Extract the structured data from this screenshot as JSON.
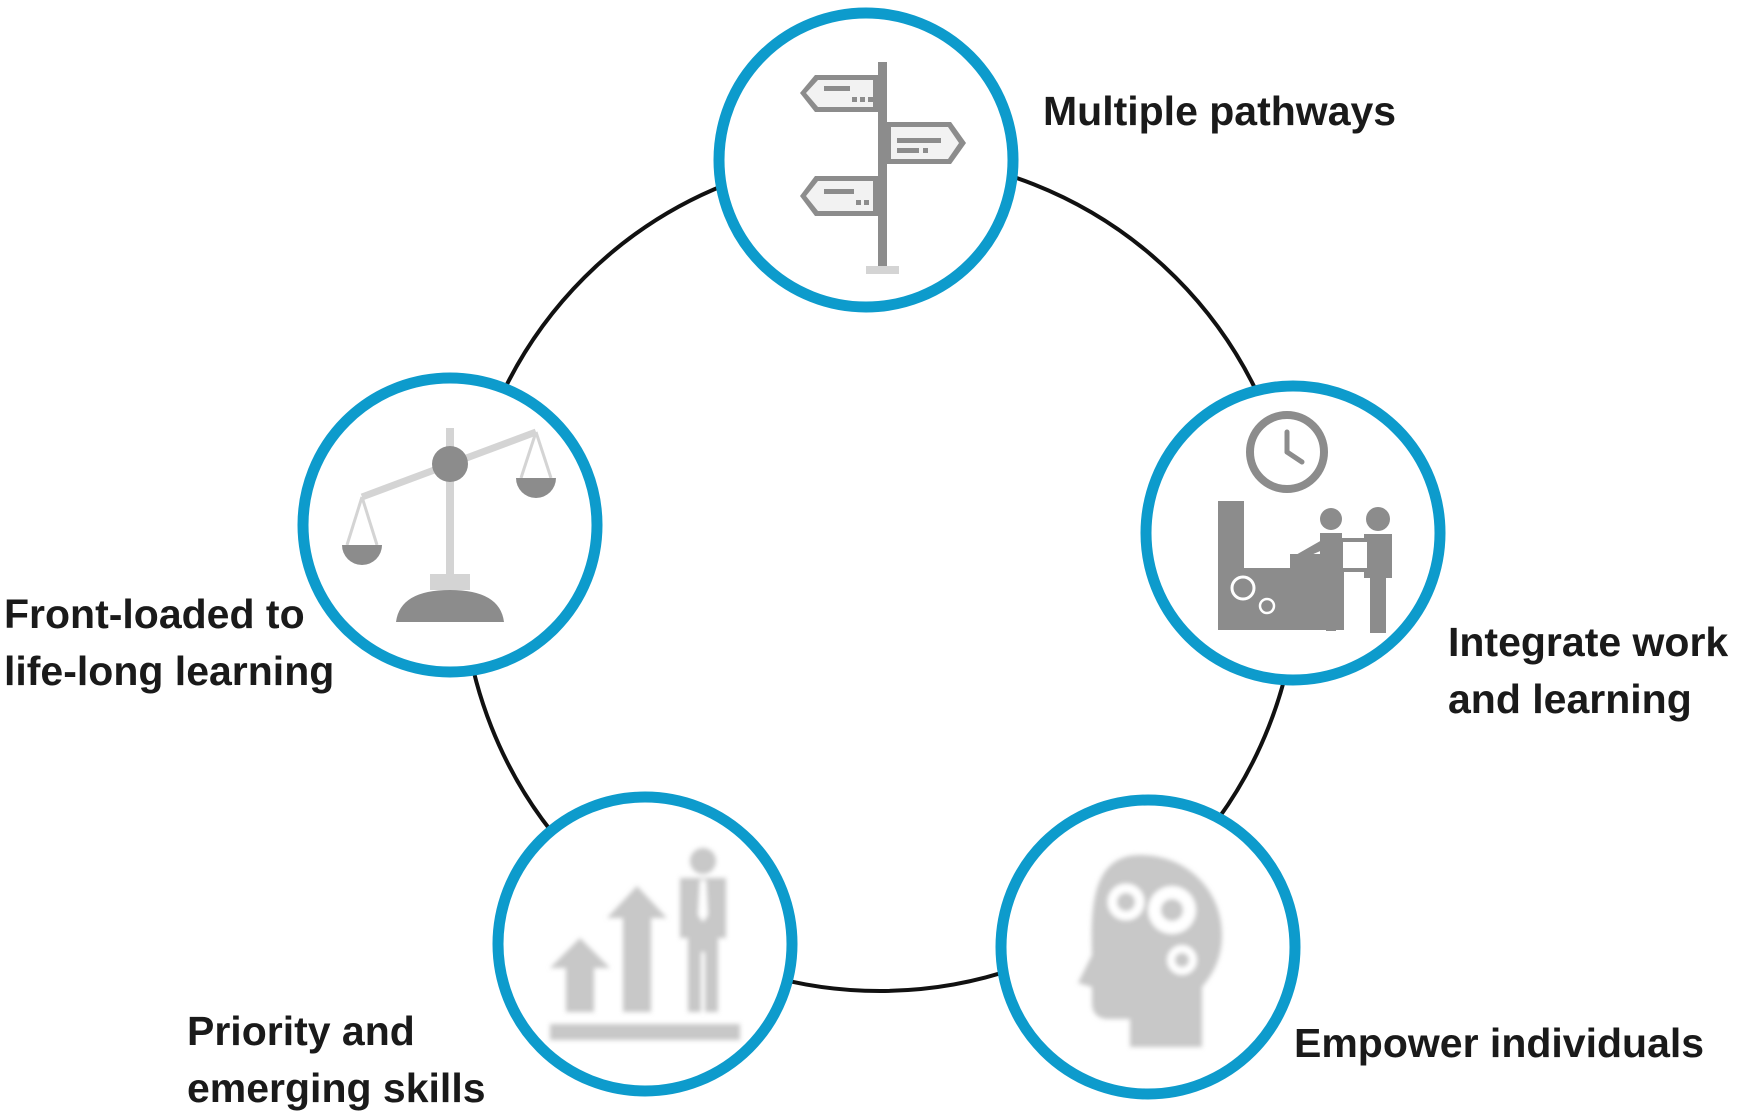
{
  "diagram": {
    "type": "cycle",
    "colors": {
      "ring": "#0d9bcc",
      "cycle_line": "#111111",
      "icon_gray": "#8c8c8c",
      "icon_light": "#d4d4d4",
      "text": "#1a1a1a"
    },
    "nodes": [
      {
        "id": "multiple-pathways",
        "icon": "signpost-icon",
        "lines": [
          "Multiple pathways"
        ]
      },
      {
        "id": "integrate-work-and-learning",
        "icon": "workplace-training-icon",
        "lines": [
          "Integrate work",
          "and learning"
        ]
      },
      {
        "id": "empower-individuals",
        "icon": "head-gears-icon",
        "lines": [
          "Empower individuals"
        ]
      },
      {
        "id": "priority-and-emerging-skills",
        "icon": "growth-arrows-person-icon",
        "lines": [
          "Priority and",
          "emerging skills"
        ]
      },
      {
        "id": "front-loaded-to-life-long-learning",
        "icon": "balance-scale-icon",
        "lines": [
          "Front-loaded to",
          "life-long learning"
        ]
      }
    ]
  }
}
